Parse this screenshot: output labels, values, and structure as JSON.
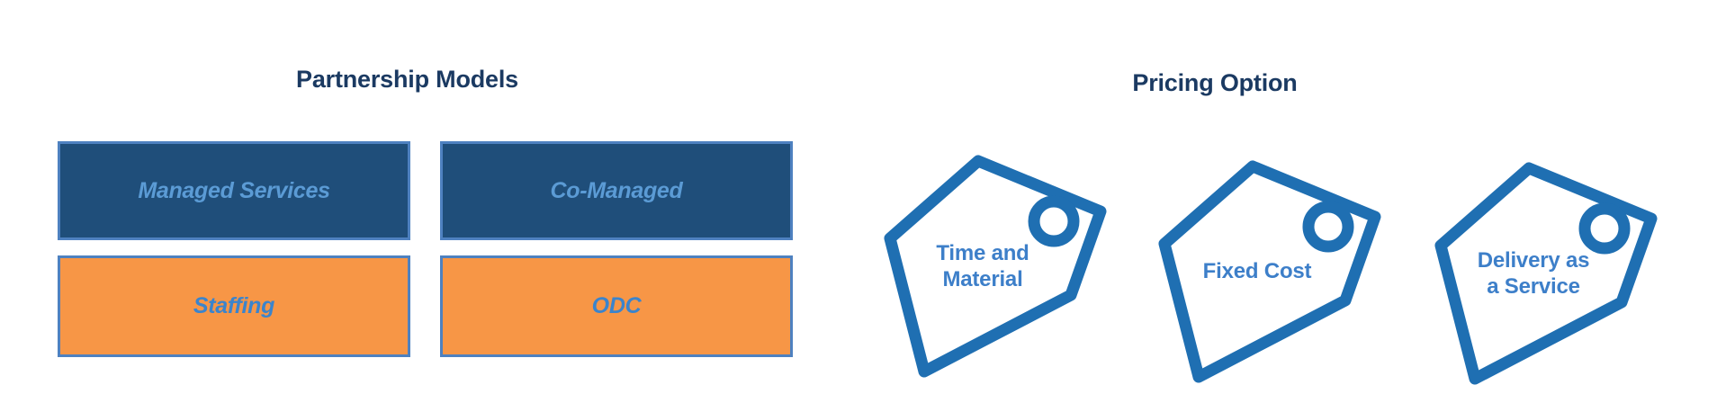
{
  "theme": {
    "navy_box_fill": "#1f4e7a",
    "orange_box_fill": "#f79646",
    "box_border": "#4e81c0",
    "navy_box_text": "#5b9bd5",
    "orange_box_text": "#3b84cc",
    "heading_color": "#1b3a62",
    "tag_stroke": "#1f6fb2",
    "tag_text": "#3d7fc9",
    "page_background": "#ffffff"
  },
  "partnership": {
    "title": "Partnership Models",
    "boxes": [
      {
        "label": "Managed Services",
        "style": "navy"
      },
      {
        "label": "Co-Managed",
        "style": "navy"
      },
      {
        "label": "Staffing",
        "style": "orange"
      },
      {
        "label": "ODC",
        "style": "orange"
      }
    ]
  },
  "pricing": {
    "title": "Pricing Option",
    "tags": [
      {
        "line1": "Time and",
        "line2": "Material",
        "icon": "price-tag-icon"
      },
      {
        "line1": "Fixed Cost",
        "line2": "",
        "icon": "price-tag-icon"
      },
      {
        "line1": "Delivery as",
        "line2": "a Service",
        "icon": "price-tag-icon"
      }
    ]
  }
}
